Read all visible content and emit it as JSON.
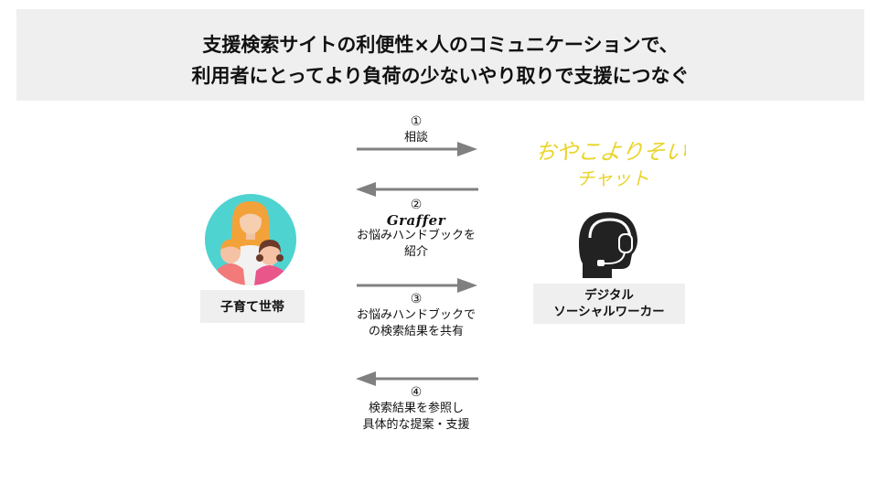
{
  "title": {
    "line1": "支援検索サイトの利便性×人のコミュニケーションで、",
    "line2": "利用者にとってより負荷の少ないやり取りで支援につなぐ"
  },
  "left_actor": {
    "label": "子育て世帯"
  },
  "right_actor": {
    "brand_line1": "おやこよりそい",
    "brand_line2": "チャット",
    "brand_color": "#e9d52c",
    "label_line1": "デジタル",
    "label_line2": "ソーシャルワーカー"
  },
  "steps": [
    {
      "num": "①",
      "text1": "相談",
      "direction": "right"
    },
    {
      "num": "②",
      "logo": "Graffer",
      "text1": "お悩みハンドブックを",
      "text2": "紹介",
      "direction": "left"
    },
    {
      "num": "③",
      "text1": "お悩みハンドブックで",
      "text2": "の検索結果を共有",
      "direction": "right"
    },
    {
      "num": "④",
      "text1": "検索結果を参照し",
      "text2": "具体的な提案・支援",
      "direction": "left"
    }
  ],
  "colors": {
    "arrow": "#808080",
    "label_bg": "#efefef",
    "headset": "#222222"
  }
}
